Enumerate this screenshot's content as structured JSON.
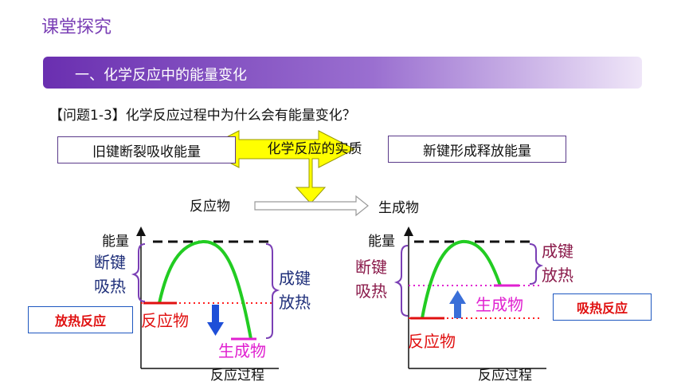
{
  "header": {
    "title": "课堂探究"
  },
  "section": {
    "title": "一、化学反应中的能量变化"
  },
  "question": {
    "text": "【问题1-3】化学反应过程中为什么会有能量变化？"
  },
  "concept": {
    "left_box": "旧键断裂吸收能量",
    "center_arrow": "化学反应的实质",
    "right_box": "新键形成释放能量",
    "reactants": "反应物",
    "products": "生成物"
  },
  "diagram_exo": {
    "y_axis": "能量",
    "x_axis": "反应过程",
    "break_label_1": "断键",
    "break_label_2": "吸热",
    "form_label_1": "成键",
    "form_label_2": "放热",
    "reactant": "反应物",
    "product": "生成物",
    "type_label": "放热反应"
  },
  "diagram_endo": {
    "y_axis": "能量",
    "x_axis": "反应过程",
    "break_label_1": "断键",
    "break_label_2": "吸热",
    "form_label_1": "成键",
    "form_label_2": "放热",
    "reactant": "反应物",
    "product": "生成物",
    "type_label": "吸热反应"
  },
  "colors": {
    "accent_purple": "#7a3fb5",
    "arrow_yellow": "#ffff00",
    "curve_green": "#22cc22",
    "reactant_red": "#e01010",
    "product_magenta": "#e020d0",
    "down_arrow_blue": "#1e4fd8",
    "up_arrow_blue": "#3a6fd8"
  }
}
